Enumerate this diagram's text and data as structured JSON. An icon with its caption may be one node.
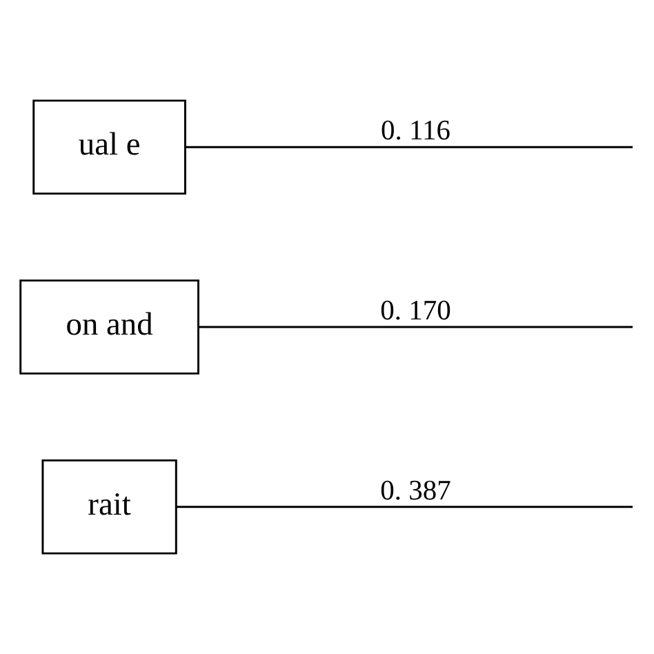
{
  "diagram": {
    "nodes": [
      {
        "text": [
          "rait"
        ]
      },
      {
        "text": [
          "on and"
        ]
      },
      {
        "text": [
          "ual e"
        ]
      }
    ],
    "edges": [
      {
        "from": 0,
        "to": null,
        "arrow": "none",
        "label": "0. 387"
      },
      {
        "from": 1,
        "to": null,
        "arrow": "none",
        "label": "0. 170"
      },
      {
        "from": 2,
        "to": null,
        "arrow": "none",
        "label": "0. 116"
      }
    ]
  }
}
